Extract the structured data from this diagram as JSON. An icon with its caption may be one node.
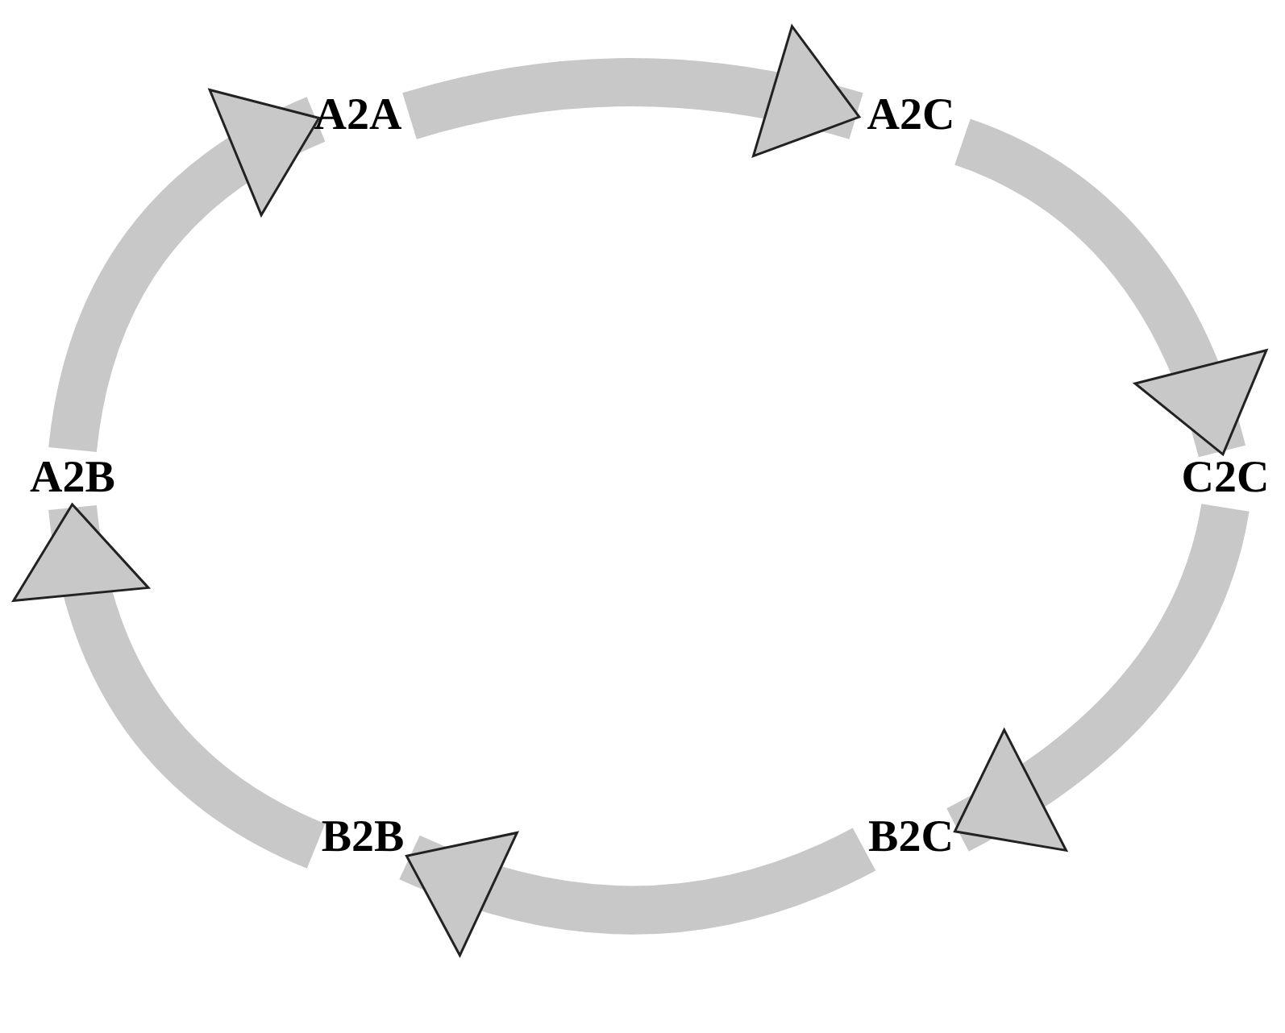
{
  "diagram": {
    "nodes": [
      {
        "text": [
          "A2A"
        ]
      },
      {
        "text": [
          "A2C"
        ]
      },
      {
        "text": [
          "C2C"
        ]
      },
      {
        "text": [
          "B2C"
        ]
      },
      {
        "text": [
          "B2B"
        ]
      },
      {
        "text": [
          "A2B"
        ]
      }
    ],
    "edges": [
      {
        "from": 0,
        "to": 1,
        "arrow": "to"
      },
      {
        "from": 1,
        "to": 2,
        "arrow": "to"
      },
      {
        "from": 2,
        "to": 3,
        "arrow": "to"
      },
      {
        "from": 3,
        "to": 4,
        "arrow": "to"
      },
      {
        "from": 4,
        "to": 5,
        "arrow": "to"
      },
      {
        "from": 5,
        "to": 0,
        "arrow": "to"
      }
    ]
  }
}
